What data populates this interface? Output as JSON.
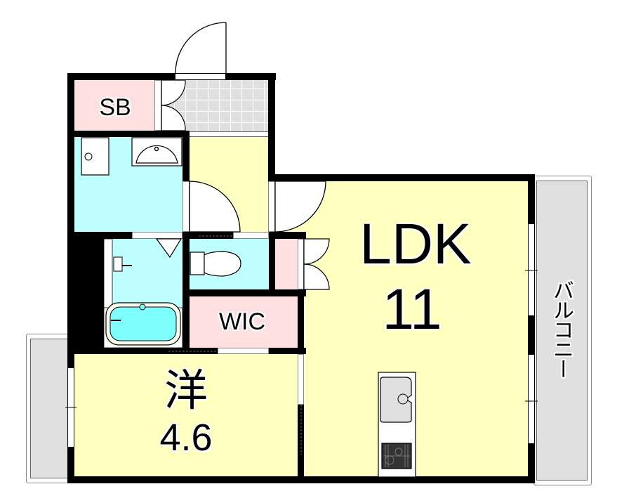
{
  "floorplan": {
    "colors": {
      "wall": "#000000",
      "living": "#ffffc0",
      "wet": "#c0ffff",
      "storage": "#ffe0e0",
      "balcony": "#e0e0e0",
      "entrance_tile": "#e0e0e0",
      "bathtub": "#80ffff"
    },
    "rooms": {
      "sb": {
        "label": "SB"
      },
      "wic": {
        "label": "WIC"
      },
      "ldk": {
        "label": "LDK",
        "size": "11"
      },
      "western": {
        "label": "洋",
        "size": "4.6"
      },
      "balcony": {
        "label": "バルコニー"
      }
    }
  }
}
